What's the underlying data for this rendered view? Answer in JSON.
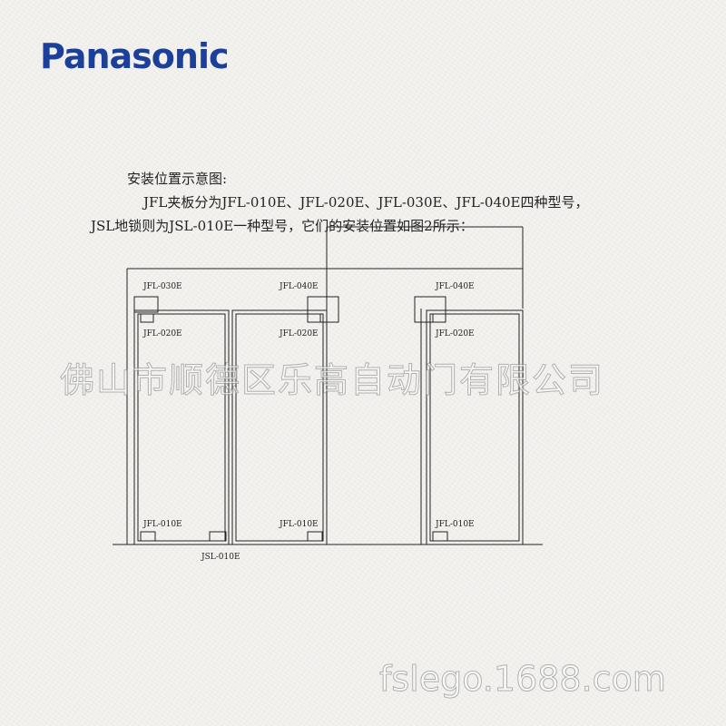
{
  "brand": {
    "logo": "Panasonic",
    "color": "#1c3f9a"
  },
  "document": {
    "title": "安装位置示意图:",
    "line1": "JFL夹板分为JFL-010E、JFL-020E、JFL-030E、JFL-040E四种型号，",
    "line2": "JSL地锁则为JSL-010E一种型号，它们的安装位置如图2所示："
  },
  "diagram_labels": {
    "jfl_030e": "JFL-030E",
    "jfl_040e": "JFL-040E",
    "jfl_020e": "JFL-020E",
    "jfl_010e": "JFL-010E",
    "jsl_010e": "JSL-010E"
  },
  "watermark": "佛山市顺德区乐高自动门有限公司",
  "site_watermark": "fslego.1688.com"
}
